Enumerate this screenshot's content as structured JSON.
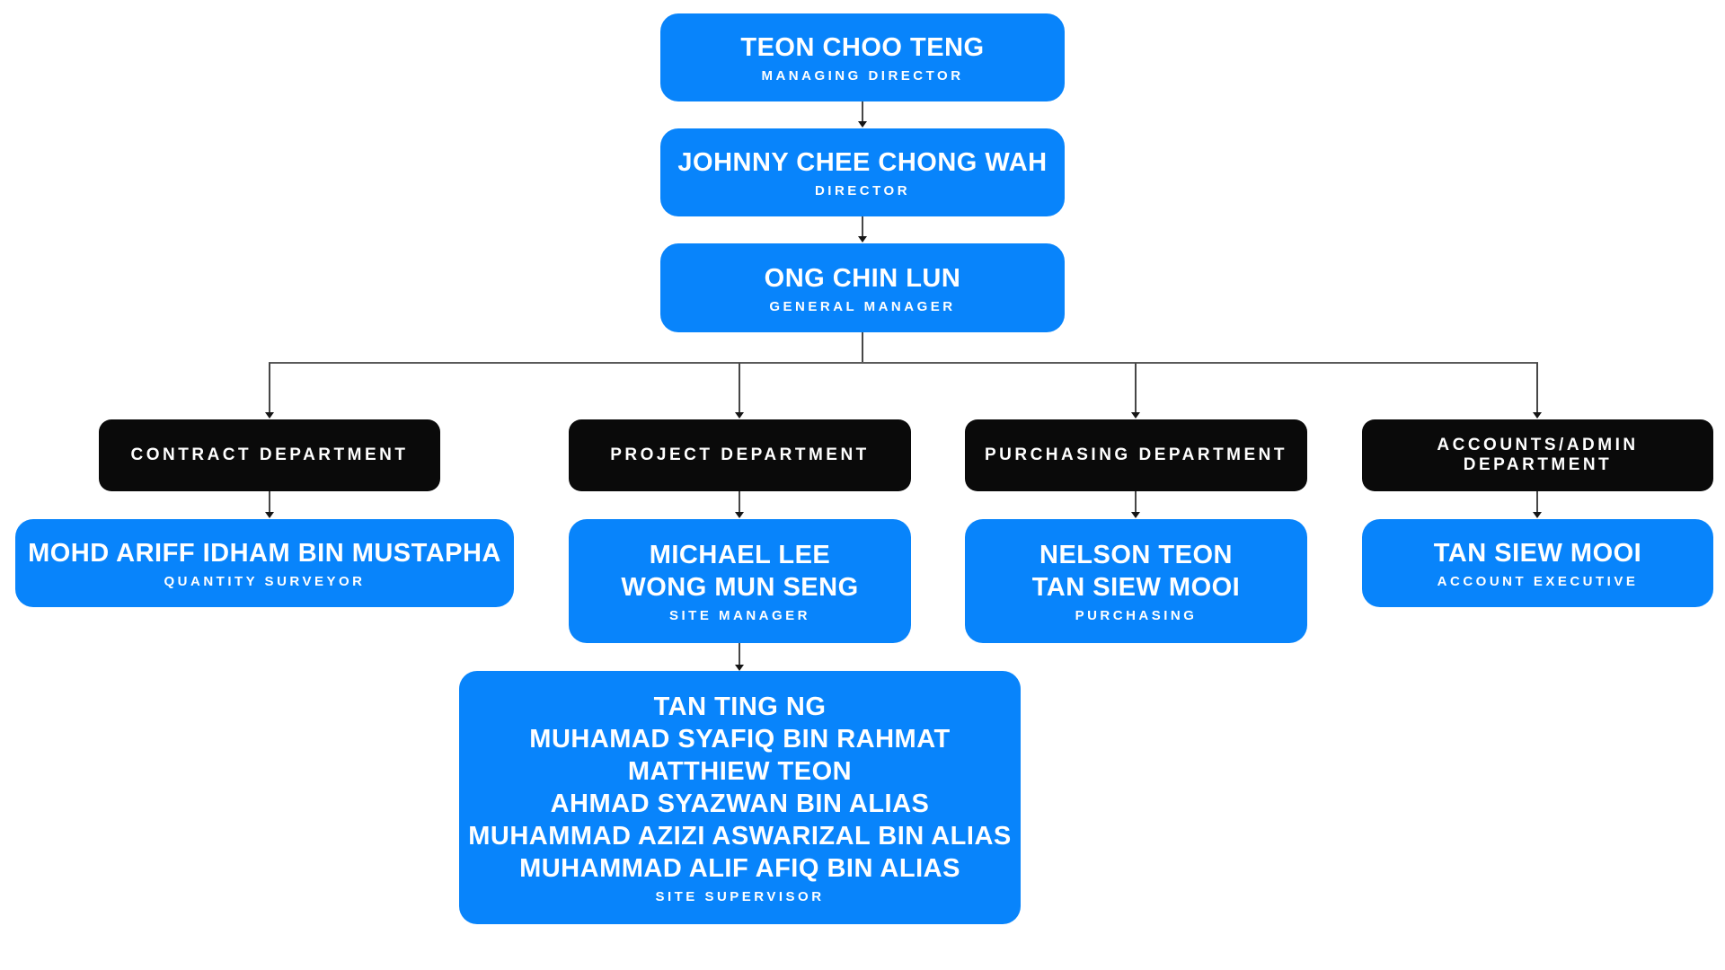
{
  "colors": {
    "node_blue": "#0884FB",
    "dept_black": "#0a0a0a",
    "text_white": "#ffffff",
    "connector": "#474747",
    "background": "#ffffff"
  },
  "org": {
    "managing_director": {
      "name": "TEON CHOO TENG",
      "title": "MANAGING DIRECTOR"
    },
    "director": {
      "name": "JOHNNY CHEE CHONG WAH",
      "title": "DIRECTOR"
    },
    "general_manager": {
      "name": "ONG CHIN LUN",
      "title": "GENERAL MANAGER"
    },
    "departments": [
      {
        "label": "CONTRACT DEPARTMENT",
        "staff": {
          "names": [
            "MOHD ARIFF IDHAM BIN MUSTAPHA"
          ],
          "title": "QUANTITY SURVEYOR"
        }
      },
      {
        "label": "PROJECT DEPARTMENT",
        "staff": {
          "names": [
            "MICHAEL LEE",
            "WONG MUN SENG"
          ],
          "title": "SITE MANAGER"
        }
      },
      {
        "label": "PURCHASING DEPARTMENT",
        "staff": {
          "names": [
            "NELSON TEON",
            "TAN SIEW MOOI"
          ],
          "title": "PURCHASING"
        }
      },
      {
        "label": "ACCOUNTS/ADMIN DEPARTMENT",
        "staff": {
          "names": [
            "TAN SIEW MOOI"
          ],
          "title": "ACCOUNT EXECUTIVE"
        }
      }
    ],
    "site_supervisors": {
      "names": [
        "TAN TING NG",
        "MUHAMAD SYAFIQ BIN RAHMAT",
        "MATTHIEW TEON",
        "AHMAD SYAZWAN BIN ALIAS",
        "MUHAMMAD AZIZI ASWARIZAL BIN ALIAS",
        "MUHAMMAD ALIF AFIQ BIN ALIAS"
      ],
      "title": "SITE SUPERVISOR"
    }
  }
}
